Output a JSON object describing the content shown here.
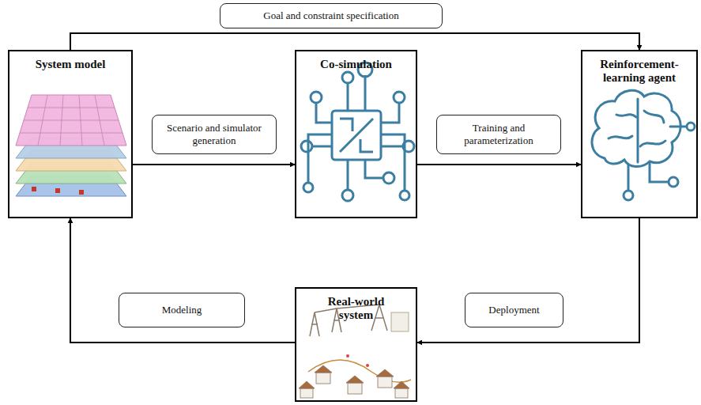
{
  "diagram": {
    "nodes": [
      {
        "text": [
          "System model"
        ]
      },
      {
        "text": [
          "Co-simulation"
        ]
      },
      {
        "text": [
          "Reinforcement-learning agent"
        ]
      },
      {
        "text": [
          "Real-world system"
        ]
      }
    ],
    "edges": [
      {
        "from": 0,
        "to": 2,
        "arrow": "to",
        "label": "Goal and constraint specification"
      },
      {
        "from": 0,
        "to": 1,
        "arrow": "to",
        "label": "Scenario and simulator generation"
      },
      {
        "from": 1,
        "to": 2,
        "arrow": "to",
        "label": "Training and parameterization"
      },
      {
        "from": 2,
        "to": 3,
        "arrow": "to",
        "label": "Deployment"
      },
      {
        "from": 3,
        "to": 0,
        "arrow": "to",
        "label": "Modeling"
      }
    ]
  }
}
